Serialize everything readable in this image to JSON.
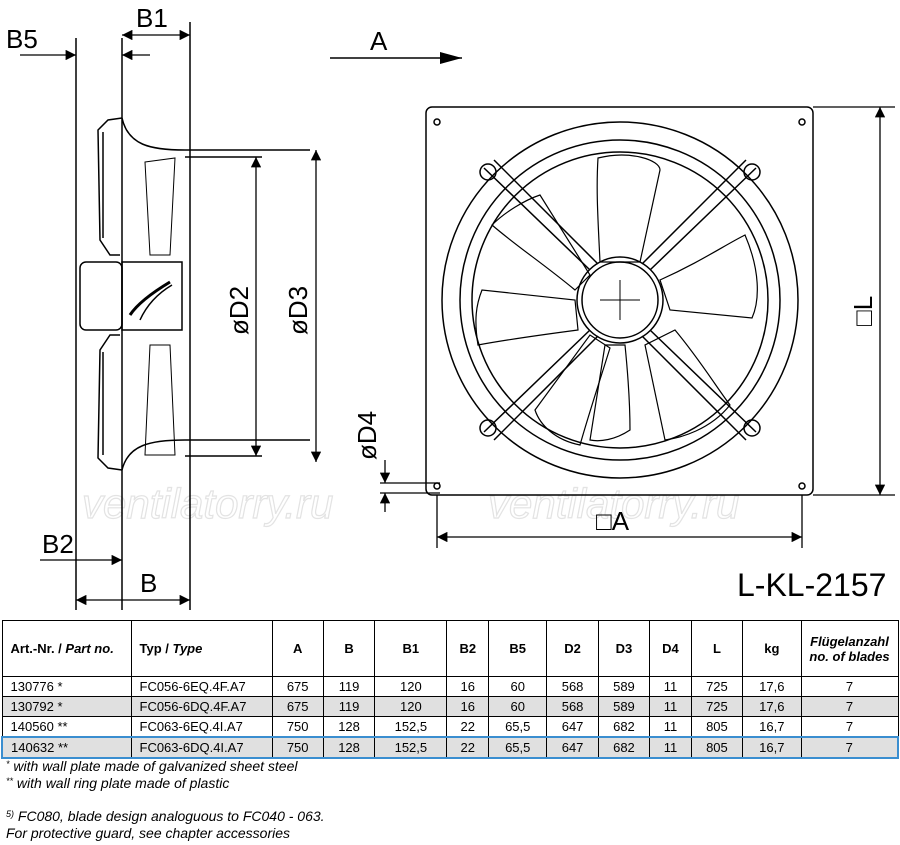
{
  "drawing": {
    "labels": {
      "b5": "B5",
      "b1": "B1",
      "a_arrow": "A",
      "d2": "øD2",
      "d3": "øD3",
      "d4": "øD4",
      "l": "□L",
      "a_bottom": "□A",
      "b2": "B2",
      "b": "B"
    },
    "model_code": "L-KL-2157",
    "watermark": "ventilatorry.ru"
  },
  "table": {
    "headers": {
      "art": "Art.-Nr. / ",
      "art_it": "Part no.",
      "typ": "Typ / ",
      "typ_it": "Type",
      "a": "A",
      "b": "B",
      "b1": "B1",
      "b2": "B2",
      "b5": "B5",
      "d2": "D2",
      "d3": "D3",
      "d4": "D4",
      "l": "L",
      "kg": "kg",
      "blades_de": "Flügelanzahl",
      "blades_en": "no. of blades"
    },
    "rows": [
      {
        "art": "130776 *",
        "type": "FC056-6EQ.4F.A7",
        "a": "675",
        "b": "119",
        "b1": "120",
        "b2": "16",
        "b5": "60",
        "d2": "568",
        "d3": "589",
        "d4": "11",
        "l": "725",
        "kg": "17,6",
        "blades": "7"
      },
      {
        "art": "130792 *",
        "type": "FC056-6DQ.4F.A7",
        "a": "675",
        "b": "119",
        "b1": "120",
        "b2": "16",
        "b5": "60",
        "d2": "568",
        "d3": "589",
        "d4": "11",
        "l": "725",
        "kg": "17,6",
        "blades": "7"
      },
      {
        "art": "140560 **",
        "type": "FC063-6EQ.4I.A7",
        "a": "750",
        "b": "128",
        "b1": "152,5",
        "b2": "22",
        "b5": "65,5",
        "d2": "647",
        "d3": "682",
        "d4": "11",
        "l": "805",
        "kg": "16,7",
        "blades": "7"
      },
      {
        "art": "140632 **",
        "type": "FC063-6DQ.4I.A7",
        "a": "750",
        "b": "128",
        "b1": "152,5",
        "b2": "22",
        "b5": "65,5",
        "d2": "647",
        "d3": "682",
        "d4": "11",
        "l": "805",
        "kg": "16,7",
        "blades": "7"
      }
    ]
  },
  "notes": {
    "n1_mark": "*",
    "n1": " with wall plate made of galvanized sheet steel",
    "n2_mark": "**",
    "n2": " with wall ring plate made of plastic",
    "n3_mark": "5)",
    "n3": " FC080, blade design analoguous to FC040 - 063.",
    "n4": "For protective guard, see chapter accessories"
  },
  "colors": {
    "line": "#000000",
    "shade": "#e0e0e0",
    "selection": "#3a8ed0"
  }
}
